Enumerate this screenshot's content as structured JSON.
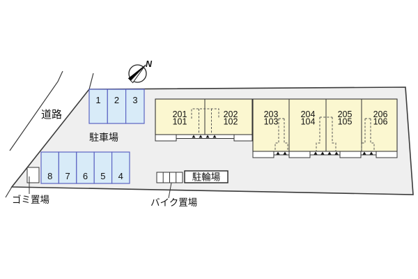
{
  "labels": {
    "road": "道路",
    "parking": "駐車場",
    "garbage": "ゴミ置場",
    "bike": "バイク置場",
    "bike_shed": "駐輪場",
    "north": "N"
  },
  "parking_top": [
    "1",
    "2",
    "3"
  ],
  "parking_bottom": [
    "8",
    "7",
    "6",
    "5",
    "4"
  ],
  "units": [
    {
      "upper": "201",
      "lower": "101"
    },
    {
      "upper": "202",
      "lower": "102"
    },
    {
      "upper": "203",
      "lower": "103"
    },
    {
      "upper": "204",
      "lower": "104"
    },
    {
      "upper": "205",
      "lower": "105"
    },
    {
      "upper": "206",
      "lower": "106"
    }
  ],
  "colors": {
    "site_fill": "#efefef",
    "building_fill": "#fbf7d0",
    "parking_fill": "#d8ebf8",
    "parking_border": "#5b63c2",
    "outline": "#333333",
    "background": "#ffffff"
  }
}
